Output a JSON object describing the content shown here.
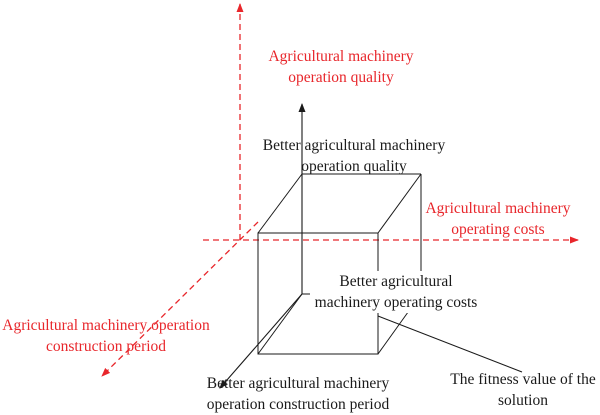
{
  "colors": {
    "axis_red": "#e8262b",
    "line_black": "#1a1a1a",
    "background": "#ffffff"
  },
  "labels": {
    "axis_quality": [
      "Agricultural machinery",
      "operation quality"
    ],
    "axis_costs": [
      "Agricultural machinery",
      "operating costs"
    ],
    "axis_period": [
      "Agricultural machinery operation",
      "construction period"
    ],
    "better_quality": [
      "Better agricultural machinery",
      "operation quality"
    ],
    "better_costs": [
      "Better agricultural",
      "machinery operating costs"
    ],
    "better_period": [
      "Better agricultural machinery",
      "operation construction period"
    ],
    "fitness": [
      "The fitness value of the",
      "solution"
    ]
  }
}
